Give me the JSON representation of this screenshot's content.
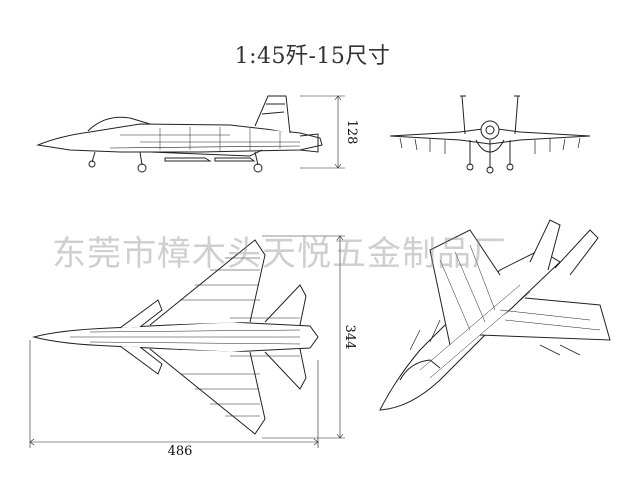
{
  "title": "1:45歼-15尺寸",
  "watermark": "东莞市樟木头天悦五金制品厂",
  "dimensions": {
    "side_height": "128",
    "top_length": "486",
    "top_span": "344"
  },
  "views": [
    "side-view",
    "front-view",
    "top-view",
    "isometric-view"
  ]
}
